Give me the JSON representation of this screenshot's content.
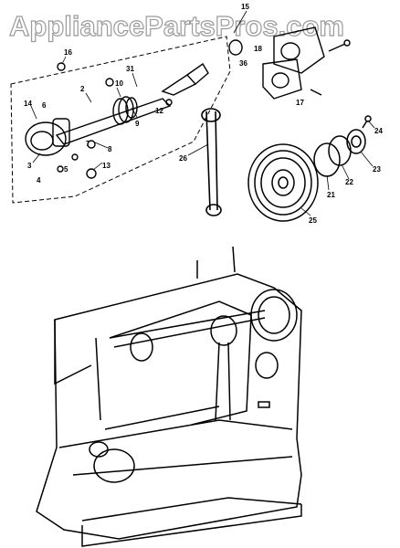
{
  "watermark": "AppliancePartsPros.com",
  "callouts": [
    "15",
    "16",
    "31",
    "10",
    "36",
    "18",
    "17",
    "2",
    "14",
    "6",
    "12",
    "9",
    "7",
    "8",
    "3",
    "4",
    "5",
    "13",
    "26",
    "24",
    "23",
    "22",
    "21",
    "25"
  ]
}
